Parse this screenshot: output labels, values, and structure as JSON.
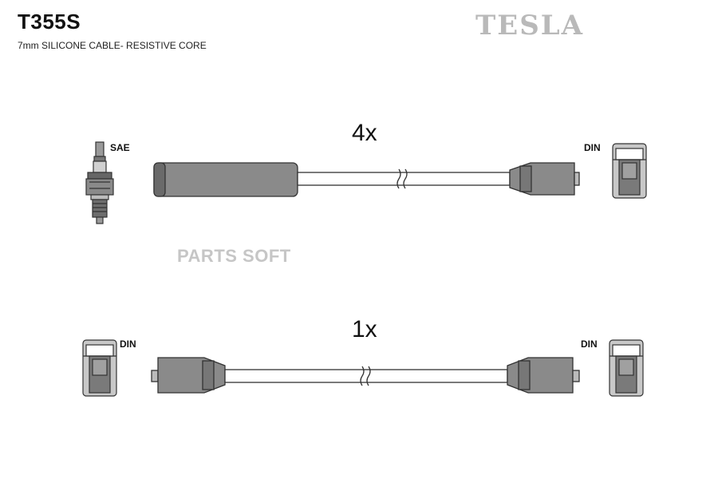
{
  "header": {
    "part_number": "T355S",
    "subtitle": "7mm SILICONE CABLE- RESISTIVE CORE",
    "brand": "TESLA"
  },
  "watermark": "PARTS SOFT",
  "cables": [
    {
      "quantity": "4x",
      "left_connector": "SAE",
      "right_connector": "DIN"
    },
    {
      "quantity": "1x",
      "left_connector": "DIN",
      "right_connector": "DIN"
    }
  ],
  "colors": {
    "boot": "#8a8a8a",
    "boot_dark": "#555555",
    "cable": "#ffffff",
    "line": "#333333",
    "brand": "#b9b9b9",
    "watermark": "#c6c6c6"
  }
}
